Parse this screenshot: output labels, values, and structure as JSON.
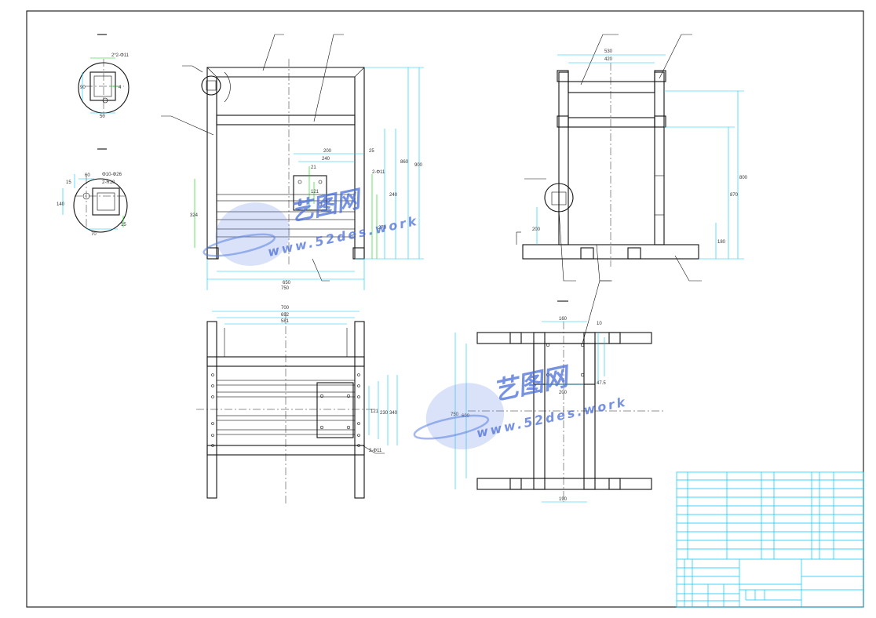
{
  "drawing": {
    "watermark": {
      "brand": "艺图网",
      "url": "www.52des.work"
    },
    "labels": {
      "section_a": "2*2-Φ11",
      "section_b_1": "2-R10",
      "section_b_2": "Φ10-Φ26",
      "hole_note": "2-Φ11",
      "dims": {
        "d50": "50",
        "d90": "90",
        "d4": "4",
        "d15": "15",
        "d70": "70",
        "d140": "140",
        "d60": "60",
        "d324": "324",
        "d650": "650",
        "d750": "750",
        "d860": "860",
        "d900": "900",
        "d200": "200",
        "d240": "240",
        "d25": "25",
        "d21": "21",
        "d121": "121",
        "d240b": "240",
        "d270": "270",
        "d530": "530",
        "d420": "420",
        "d870": "870",
        "d800": "800",
        "d200b": "200",
        "d180": "180",
        "d700": "700",
        "d692": "692",
        "d581": "581",
        "d121b": "121",
        "d230": "230",
        "d340": "340",
        "d160": "160",
        "d10": "10",
        "d190": "190",
        "d47": "47.5",
        "d600": "600",
        "d750b": "750"
      }
    },
    "colors": {
      "linework": "#111111",
      "dimension_cyan": "#00c8ff",
      "dimension_green": "#00d400",
      "watermark": "#4a6ed8"
    }
  }
}
